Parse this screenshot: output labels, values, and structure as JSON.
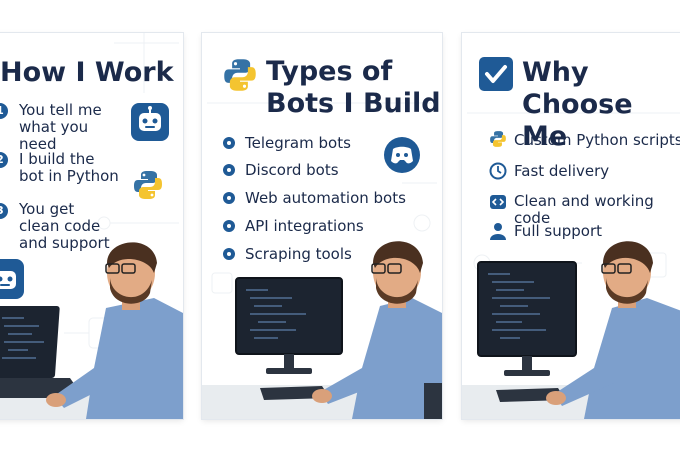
{
  "cards": [
    {
      "title": "How I Work",
      "steps": [
        {
          "num": "1",
          "text": "You tell me what you need",
          "icon": "robot-icon"
        },
        {
          "num": "2",
          "text": "I build the bot in Python",
          "icon": "python-icon"
        },
        {
          "num": "3",
          "text": "You get clean code and support",
          "icon": "robot-icon"
        }
      ]
    },
    {
      "title_line1": "Types of",
      "title_line2": "Bots I Build",
      "title_icon": "python-icon",
      "items": [
        "Telegram bots",
        "Discord bots",
        "Web automation bots",
        "API integrations",
        "Scraping tools"
      ],
      "side_icon": "discord-icon"
    },
    {
      "title_line1": "Why",
      "title_line2": "Choose Me",
      "title_icon": "checkbox-icon",
      "items": [
        {
          "text": "Custom Python scripts",
          "icon": "python-icon"
        },
        {
          "text": "Fast delivery",
          "icon": "clock-icon"
        },
        {
          "text": "Clean and working code",
          "icon": "code-icon"
        },
        {
          "text": "Full support",
          "icon": "user-icon"
        }
      ]
    }
  ],
  "colors": {
    "navy": "#1b2a4a",
    "accent": "#1f5a96",
    "shirt": "#7d9fcc",
    "screen": "#1c2430"
  }
}
